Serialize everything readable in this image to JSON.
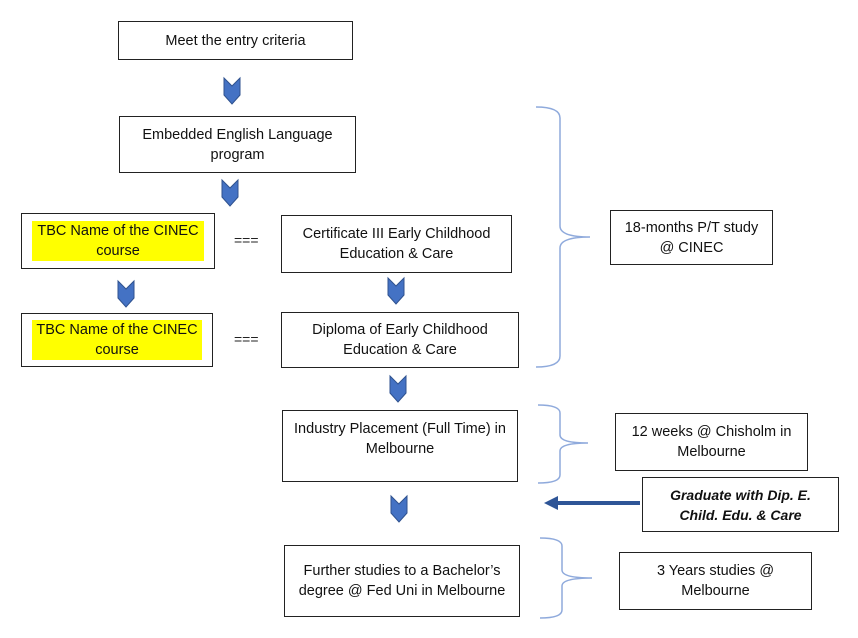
{
  "boxes": {
    "entry": "Meet the entry criteria",
    "english": "Embedded English Language program",
    "tbc1": "TBC Name of the CINEC course",
    "cert3": "Certificate III Early Childhood Education & Care",
    "tbc2": "TBC Name of the CINEC course",
    "diploma": "Diploma of Early Childhood Education & Care",
    "placement": "Industry Placement (Full Time) in Melbourne",
    "bachelor": "Further studies to a Bachelor’s degree @ Fed Uni in Melbourne",
    "cinec_study": "18-months P/T study @ CINEC",
    "chisholm": "12 weeks @ Chisholm in Melbourne",
    "graduate": "Graduate with Dip. E. Child. Edu. & Care",
    "melbourne": "3 Years studies @ Melbourne"
  },
  "equivalence": {
    "row1": "===",
    "row2": "==="
  },
  "colors": {
    "chevron": "#4472c4",
    "chevron_stroke": "#2f528f",
    "brace": "#8faadc",
    "arrow": "#2e5597",
    "highlight": "#ffff00"
  }
}
